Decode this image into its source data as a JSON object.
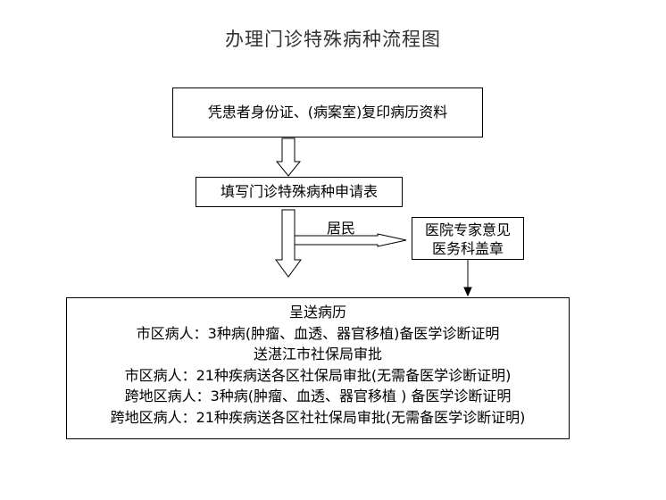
{
  "diagram": {
    "title": "办理门诊特殊病种流程图",
    "nodes": {
      "step1": "凭患者身份证、(病案室)复印病历资料",
      "step2": "填写门诊特殊病种申请表",
      "expert": [
        "医院专家意见",
        "医务科盖章"
      ],
      "submit": [
        "呈送病历",
        "市区病人：3种病(肿瘤、血透、器官移植)备医学诊断证明",
        "送湛江市社保局审批",
        "市区病人：21种疾病送各区社保局审批(无需备医学诊断证明)",
        "跨地区病人：3种病(肿瘤、血透、器官移植 ) 备医学诊断证明",
        "跨地区病人：21种疾病送各区社社保局审批(无需备医学诊断证明)"
      ]
    },
    "edges": {
      "resident_label": "居民"
    }
  }
}
